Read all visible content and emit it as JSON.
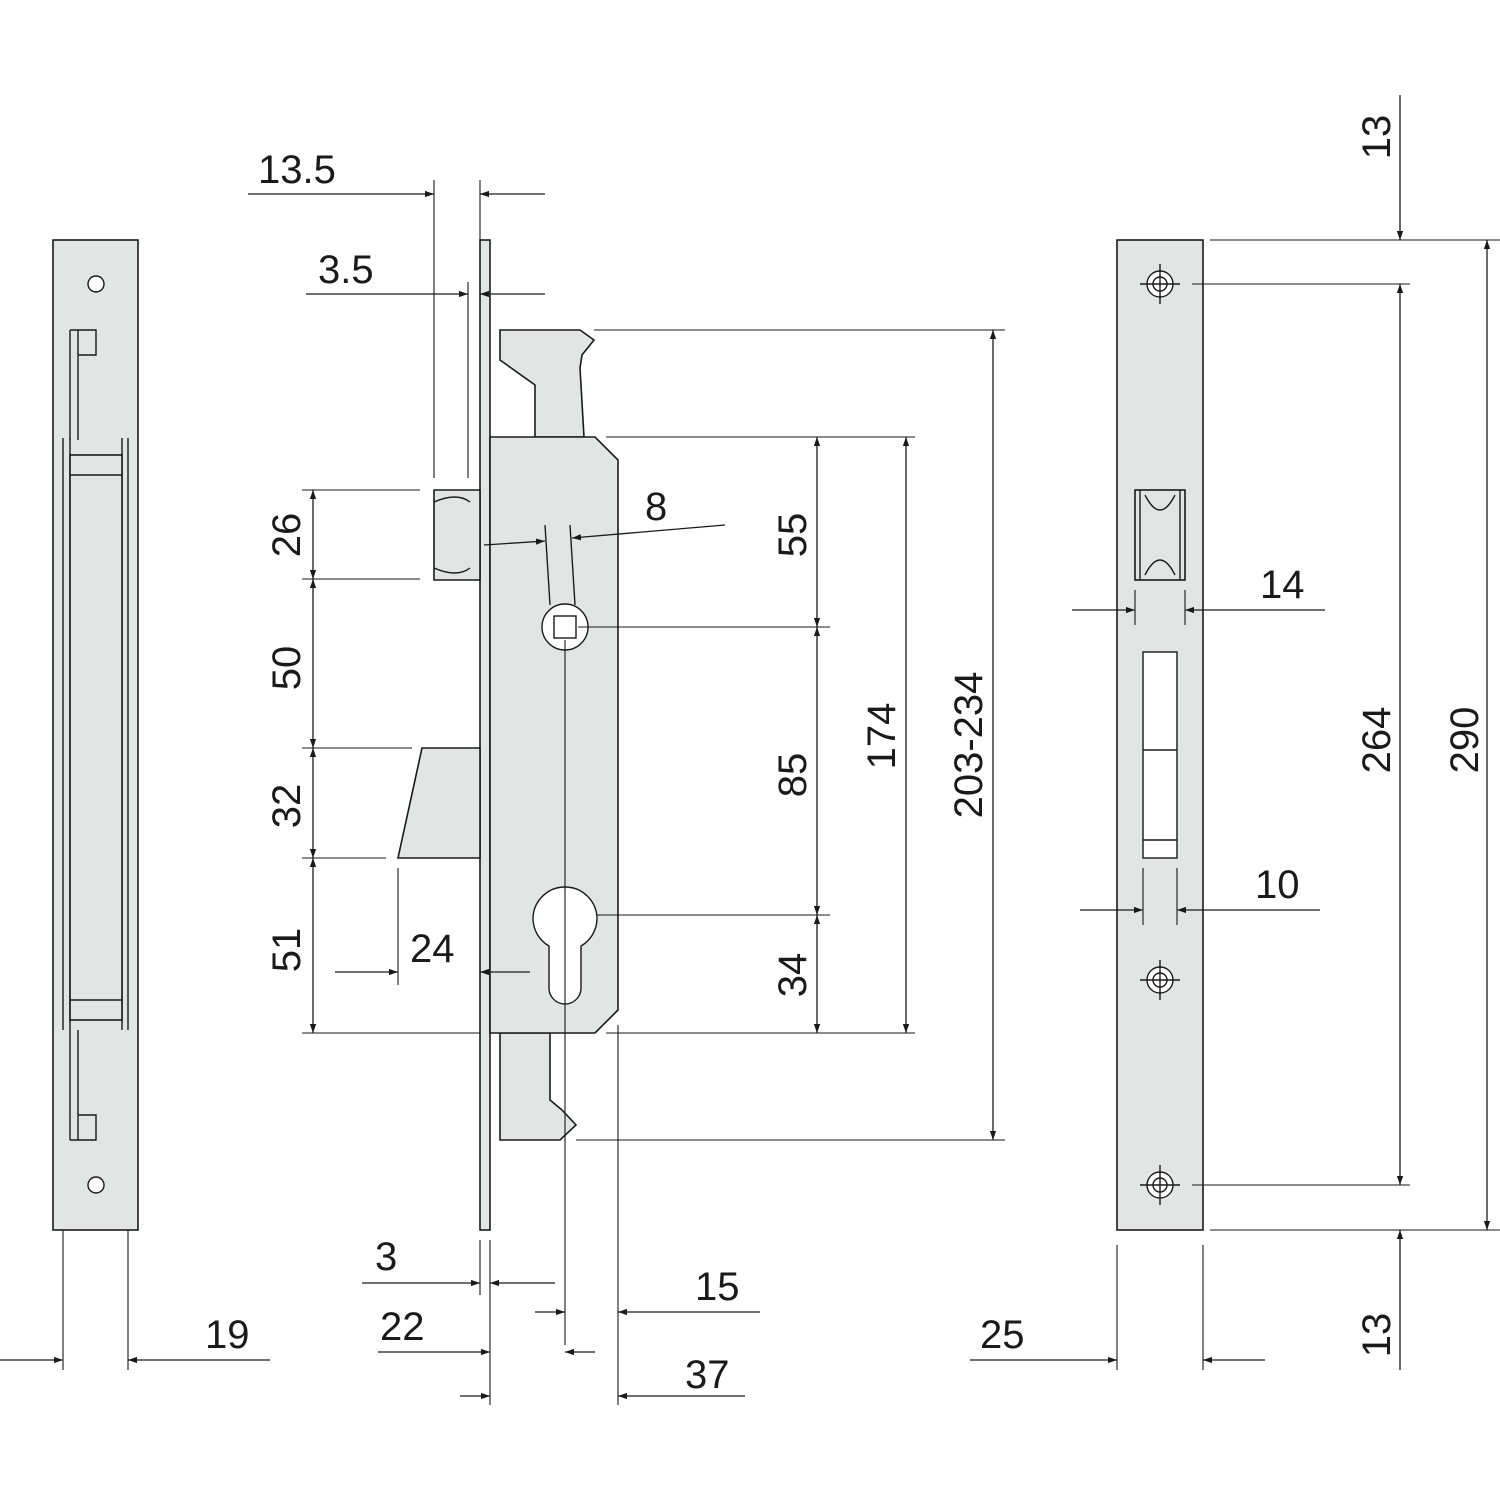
{
  "colors": {
    "part_fill": "#e3e4e4",
    "line": "#1a1a1a",
    "background": "#ffffff"
  },
  "dimensions": {
    "d_13_5": "13.5",
    "d_3_5": "3.5",
    "d_26": "26",
    "d_50": "50",
    "d_32": "32",
    "d_51": "51",
    "d_8": "8",
    "d_55": "55",
    "d_85": "85",
    "d_34": "34",
    "d_174": "174",
    "d_203_234": "203-234",
    "d_24": "24",
    "d_3": "3",
    "d_22": "22",
    "d_15": "15",
    "d_37": "37",
    "d_19": "19",
    "d_14": "14",
    "d_10": "10",
    "d_25": "25",
    "d_13_top": "13",
    "d_13_bottom": "13",
    "d_264": "264",
    "d_290": "290"
  }
}
